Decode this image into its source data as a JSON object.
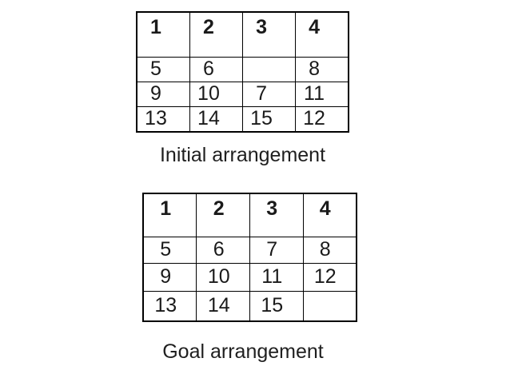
{
  "colors": {
    "background": "#ffffff",
    "table_border": "#000000",
    "text": "#1a1a1a"
  },
  "tables": [
    {
      "name": "initial",
      "label": "Initial arrangement",
      "header": [
        "1",
        "2",
        "3",
        "4"
      ],
      "rows": [
        [
          "5",
          "6",
          "",
          "8"
        ],
        [
          "9",
          "10",
          "7",
          "11"
        ],
        [
          "13",
          "14",
          "15",
          "12"
        ]
      ]
    },
    {
      "name": "goal",
      "label": "Goal arrangement",
      "header": [
        "1",
        "2",
        "3",
        "4"
      ],
      "rows": [
        [
          "5",
          "6",
          "7",
          "8"
        ],
        [
          "9",
          "10",
          "11",
          "12"
        ],
        [
          "13",
          "14",
          "15",
          ""
        ]
      ]
    }
  ]
}
